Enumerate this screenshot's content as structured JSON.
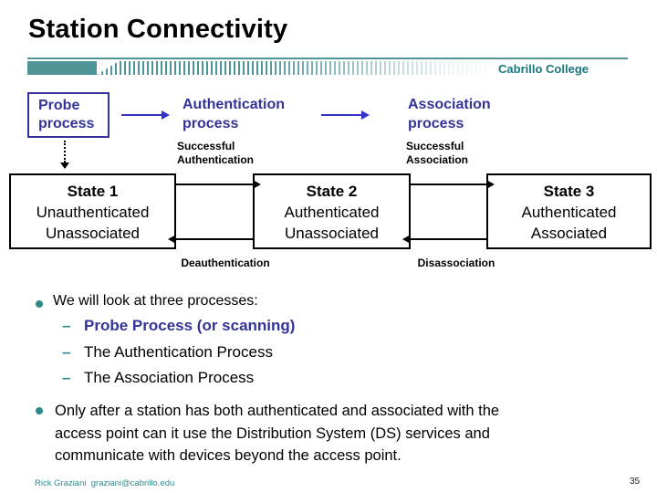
{
  "header": {
    "title": "Station Connectivity",
    "brand": "Cabrillo College"
  },
  "colors": {
    "accent_teal_bar": "#4f9598",
    "brand_teal_text": "#17787c",
    "bullet_teal": "#2e8a8a",
    "navy": "#333399",
    "arrow_blue": "#3333cc"
  },
  "diagram": {
    "probe": {
      "line1": "Probe",
      "line2": "process"
    },
    "auth_process": {
      "line1": "Authentication",
      "line2": "process"
    },
    "assoc_process": {
      "line1": "Association",
      "line2": "process"
    },
    "successful_auth": {
      "line1": "Successful",
      "line2": "Authentication"
    },
    "successful_assoc": {
      "line1": "Successful",
      "line2": "Association"
    },
    "states": [
      {
        "title": "State 1",
        "line1": "Unauthenticated",
        "line2": "Unassociated"
      },
      {
        "title": "State 2",
        "line1": "Authenticated",
        "line2": "Unassociated"
      },
      {
        "title": "State 3",
        "line1": "Authenticated",
        "line2": "Associated"
      }
    ],
    "deauth_label": "Deauthentication",
    "disassoc_label": "Disassociation"
  },
  "bullets": {
    "dash": "–",
    "b1": "We will look at three processes:",
    "b1_subs": [
      "Probe Process (or scanning)",
      "The Authentication Process",
      "The Association Process"
    ],
    "b2": "Only after a station has both authenticated and associated with the access point can it use the Distribution System (DS) services and communicate with devices beyond the access point.",
    "b2_lines": [
      "Only after a station has both authenticated and associated with the",
      "access point can it use the Distribution System (DS) services and",
      "communicate with devices beyond the access point."
    ]
  },
  "footer": {
    "credit": "Rick Graziani  graziani@cabrillo.edu",
    "page": "35"
  }
}
